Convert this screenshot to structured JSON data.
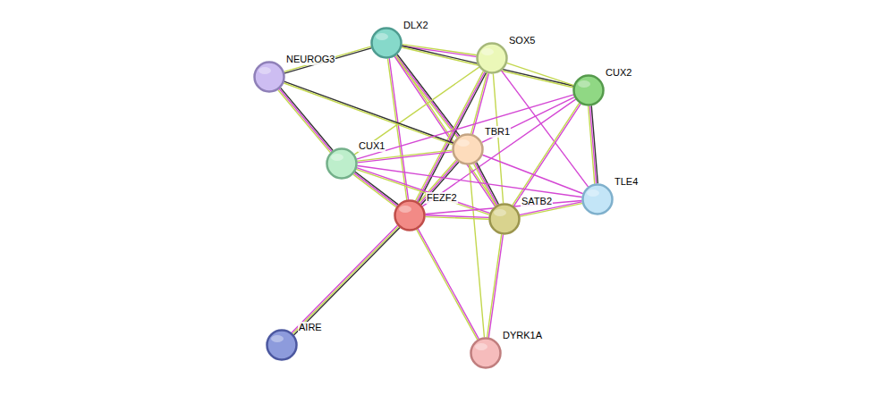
{
  "diagram": {
    "nodes": [
      {
        "text": [
          "DLX2"
        ]
      },
      {
        "text": [
          "SOX5"
        ]
      },
      {
        "text": [
          "NEUROG3"
        ]
      },
      {
        "text": [
          "CUX2"
        ]
      },
      {
        "text": [
          "TBR1"
        ]
      },
      {
        "text": [
          "CUX1"
        ]
      },
      {
        "text": [
          "TLE4"
        ]
      },
      {
        "text": [
          "FEZF2"
        ]
      },
      {
        "text": [
          "SATB2"
        ]
      },
      {
        "text": [
          "AIRE"
        ]
      },
      {
        "text": [
          "DYRK1A"
        ]
      }
    ],
    "edges": [
      {
        "from": 0,
        "to": 2,
        "arrow": "none"
      },
      {
        "from": 0,
        "to": 1,
        "arrow": "none"
      },
      {
        "from": 0,
        "to": 3,
        "arrow": "none"
      },
      {
        "from": 0,
        "to": 4,
        "arrow": "none"
      },
      {
        "from": 0,
        "to": 7,
        "arrow": "none"
      },
      {
        "from": 0,
        "to": 8,
        "arrow": "none"
      },
      {
        "from": 1,
        "to": 3,
        "arrow": "none"
      },
      {
        "from": 1,
        "to": 4,
        "arrow": "none"
      },
      {
        "from": 1,
        "to": 5,
        "arrow": "none"
      },
      {
        "from": 1,
        "to": 7,
        "arrow": "none"
      },
      {
        "from": 1,
        "to": 8,
        "arrow": "none"
      },
      {
        "from": 1,
        "to": 6,
        "arrow": "none"
      },
      {
        "from": 2,
        "to": 5,
        "arrow": "none"
      },
      {
        "from": 2,
        "to": 4,
        "arrow": "none"
      },
      {
        "from": 3,
        "to": 4,
        "arrow": "none"
      },
      {
        "from": 3,
        "to": 6,
        "arrow": "none"
      },
      {
        "from": 3,
        "to": 8,
        "arrow": "none"
      },
      {
        "from": 3,
        "to": 7,
        "arrow": "none"
      },
      {
        "from": 3,
        "to": 5,
        "arrow": "none"
      },
      {
        "from": 4,
        "to": 5,
        "arrow": "none"
      },
      {
        "from": 4,
        "to": 7,
        "arrow": "none"
      },
      {
        "from": 4,
        "to": 8,
        "arrow": "none"
      },
      {
        "from": 4,
        "to": 6,
        "arrow": "none"
      },
      {
        "from": 4,
        "to": 10,
        "arrow": "none"
      },
      {
        "from": 5,
        "to": 7,
        "arrow": "none"
      },
      {
        "from": 5,
        "to": 8,
        "arrow": "none"
      },
      {
        "from": 5,
        "to": 6,
        "arrow": "none"
      },
      {
        "from": 7,
        "to": 8,
        "arrow": "none"
      },
      {
        "from": 7,
        "to": 6,
        "arrow": "none"
      },
      {
        "from": 7,
        "to": 9,
        "arrow": "none"
      },
      {
        "from": 7,
        "to": 10,
        "arrow": "none"
      },
      {
        "from": 8,
        "to": 6,
        "arrow": "none"
      },
      {
        "from": 8,
        "to": 10,
        "arrow": "none"
      }
    ]
  }
}
